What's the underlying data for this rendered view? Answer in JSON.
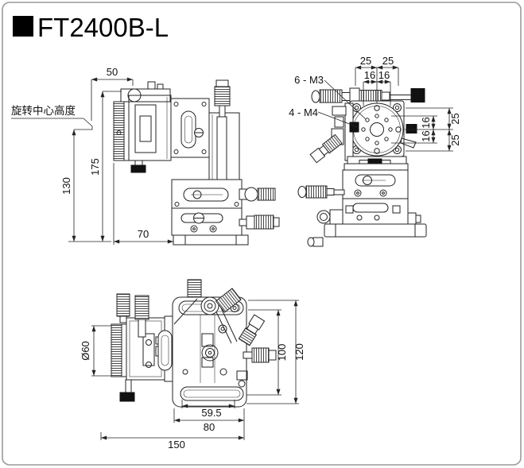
{
  "title": "FT2400B-L",
  "front_view": {
    "callout_rotation_center": "旋转中心高度",
    "dim_top_width": "50",
    "dim_total_height": "175",
    "dim_rotation_center_height": "130",
    "dim_base_offset": "70"
  },
  "side_view": {
    "dim_top_left_25": "25",
    "dim_top_right_25": "25",
    "dim_top_left_16": "16",
    "dim_top_right_16": "16",
    "label_holes_m3": "6 - M3",
    "label_holes_m4": "4 - M4",
    "dim_right_upper_16": "16",
    "dim_right_lower_16": "16",
    "dim_right_upper_25": "25",
    "dim_right_lower_25": "25"
  },
  "top_view": {
    "dim_wheel_diameter": "Ø60",
    "dim_depth_100": "100",
    "dim_total_depth_120": "120",
    "dim_slot_width": "59.5",
    "dim_platform_width": "80",
    "dim_total_width": "150"
  }
}
